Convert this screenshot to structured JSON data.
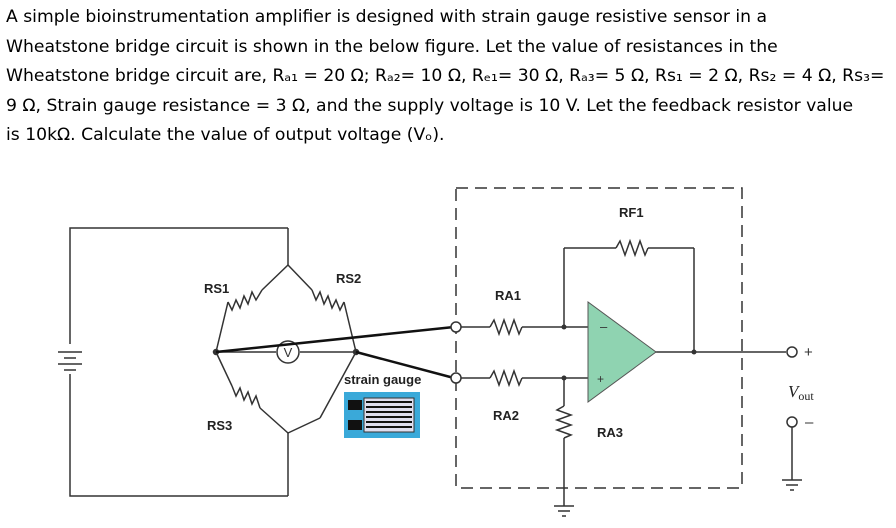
{
  "question": {
    "lines": [
      "A simple bioinstrumentation amplifier is designed with strain gauge resistive sensor in a",
      "Wheatstone bridge circuit is shown in the below figure. Let the value of resistances in the",
      "Wheatstone bridge circuit are, Rₐ₁ = 20 Ω; Rₐ₂= 10 Ω, Rₑ₁= 30 Ω, Rₐ₃= 5 Ω, Rs₁ = 2 Ω, Rs₂ = 4 Ω, Rs₃=",
      "9 Ω, Strain gauge resistance = 3 Ω, and the supply voltage is 10 V. Let the feedback resistor value",
      "is 10kΩ. Calculate the value of output voltage (Vₒ)."
    ]
  },
  "diagram": {
    "labels": {
      "rs1": "RS1",
      "rs2": "RS2",
      "rs3": "RS3",
      "ra1": "RA1",
      "ra2": "RA2",
      "ra3": "RA3",
      "rf1": "RF1",
      "strain_gauge": "strain gauge",
      "meter": "V",
      "minus_input": "–",
      "plus_input": "+",
      "plus_terminal": "+",
      "minus_terminal": "–",
      "vout": "V",
      "vout_sub": "out"
    },
    "colors": {
      "opamp_fill": "#8fd3b1",
      "gauge_fill": "#3aa9d9",
      "wire": "#333333"
    }
  }
}
